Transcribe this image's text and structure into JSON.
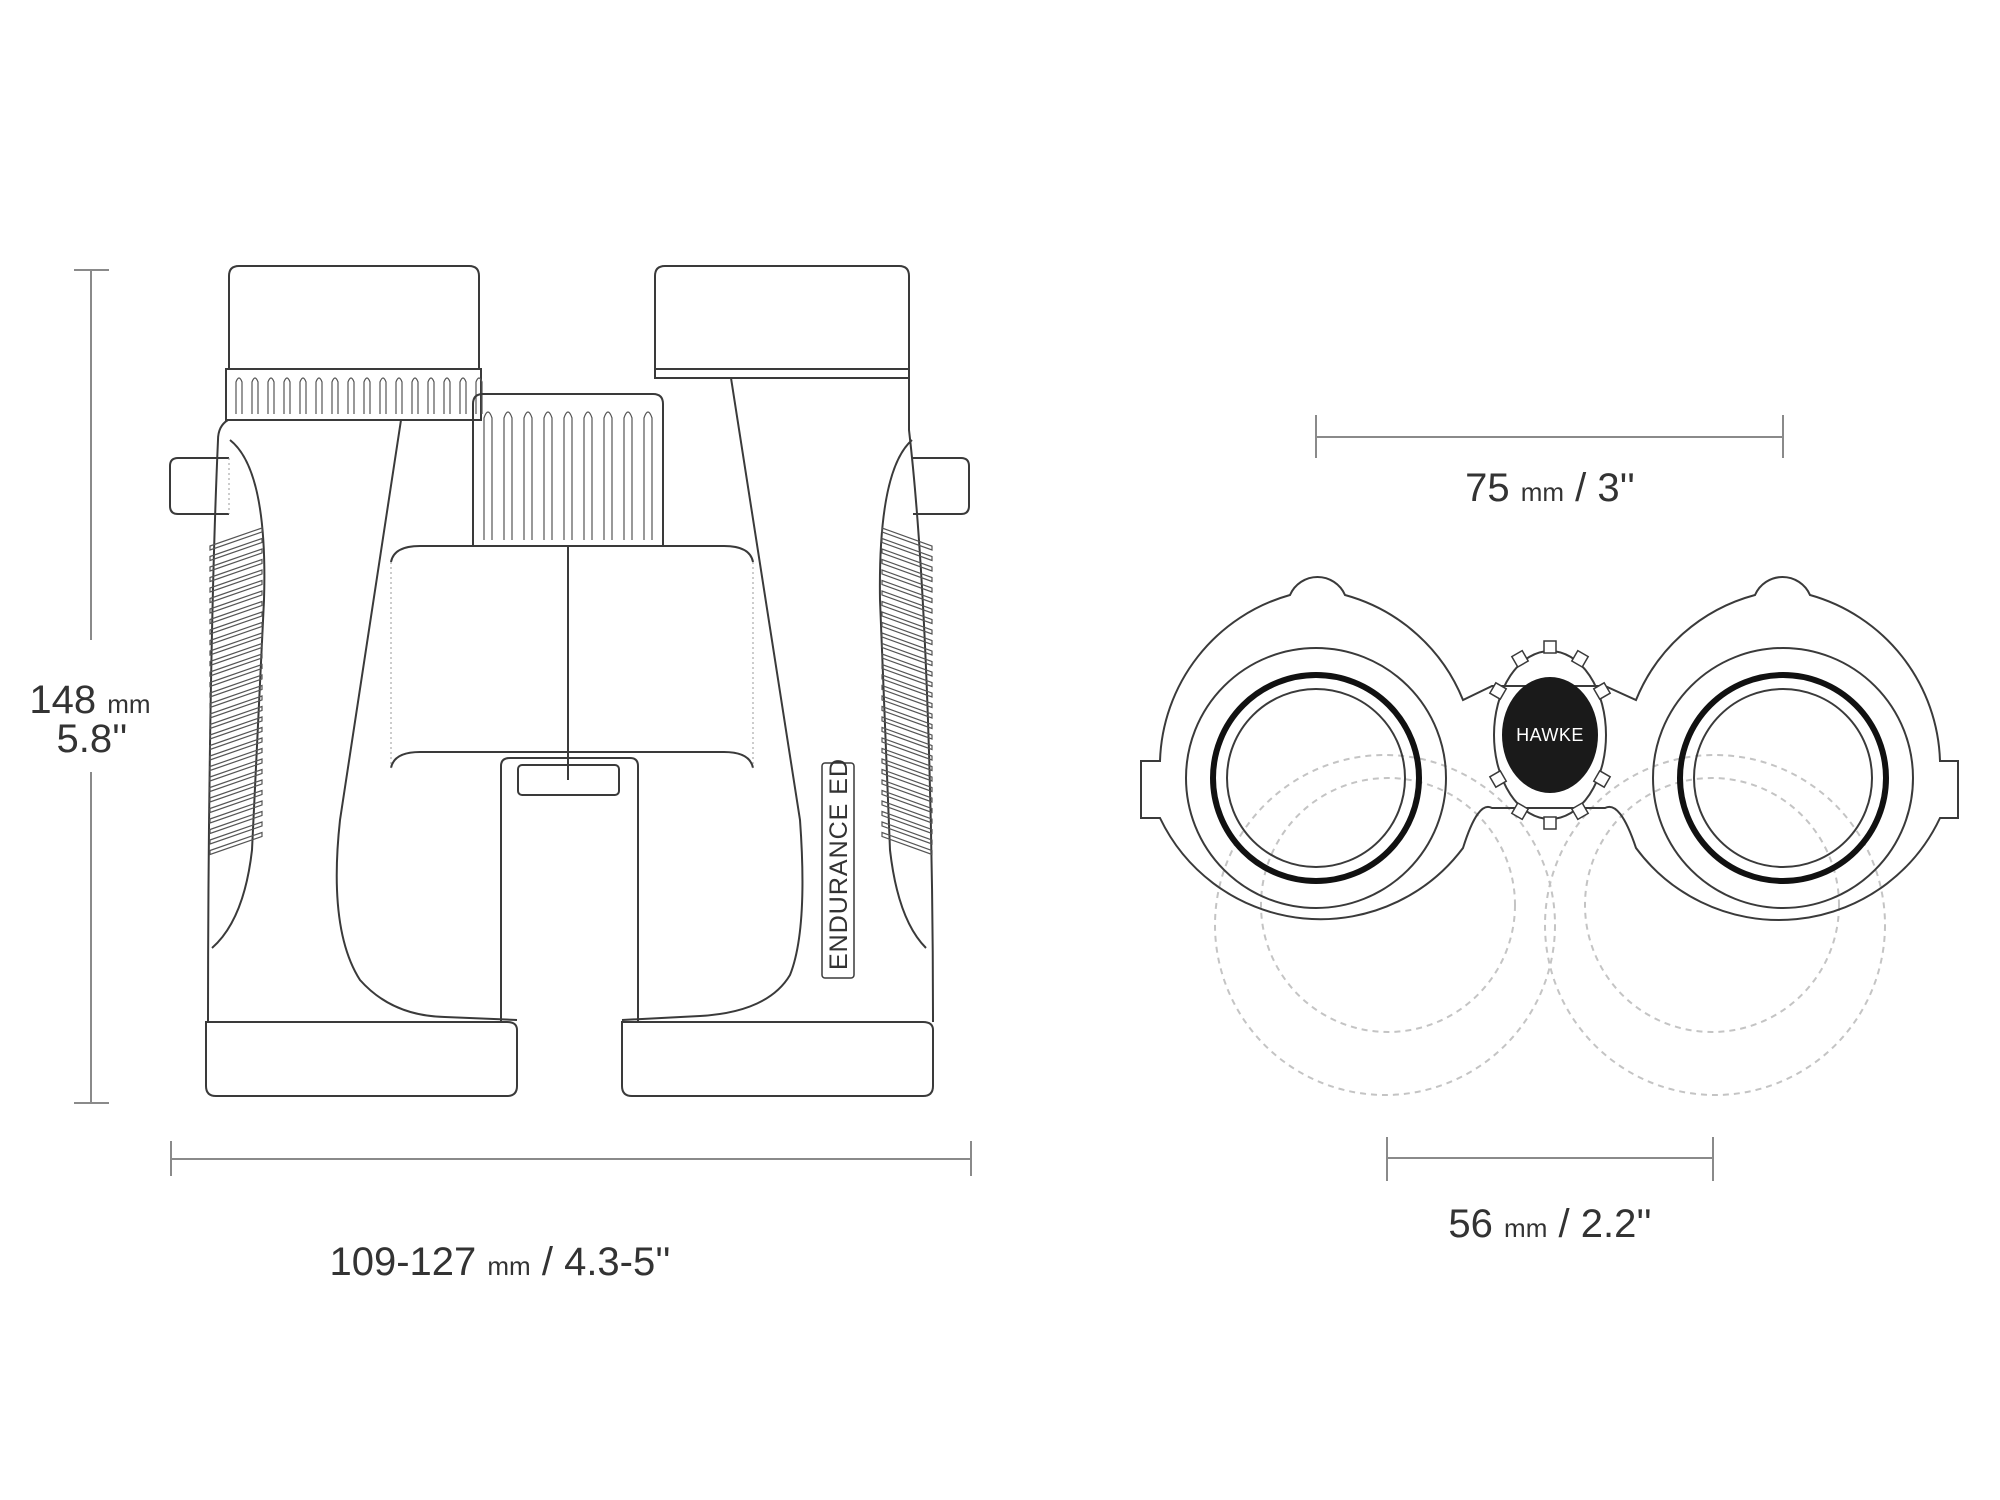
{
  "front_view": {
    "height_dimension": {
      "value": "148",
      "unit": "mm",
      "imperial": "5.8''"
    },
    "width_dimension": {
      "value": "109-127",
      "unit": "mm",
      "imperial": "/ 4.3-5''"
    },
    "model_label": "ENDURANCE ED"
  },
  "eyepiece_view": {
    "brand_badge": "HAWKE",
    "top_dimension": {
      "value": "75",
      "unit": "mm",
      "imperial": "/ 3''"
    },
    "bottom_dimension": {
      "value": "56",
      "unit": "mm",
      "imperial": "/ 2.2''"
    }
  },
  "colors": {
    "line": "#3a3a3a",
    "dimension": "#8a8a8a",
    "badge": "#1a1a1a"
  }
}
